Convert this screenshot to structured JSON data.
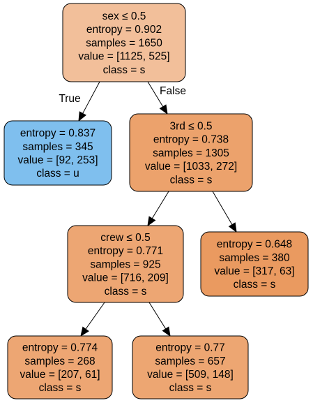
{
  "tree": {
    "nodes": [
      {
        "id": "root",
        "lines": [
          "sex ≤ 0.5",
          "entropy = 0.902",
          "samples = 1650",
          "value = [1125, 525]",
          "class = s"
        ],
        "fill": "#f2bf9a"
      },
      {
        "id": "n_u",
        "lines": [
          "entropy = 0.837",
          "samples = 345",
          "value = [92, 253]",
          "class = u"
        ],
        "fill": "#7fbfee"
      },
      {
        "id": "n_3rd",
        "lines": [
          "3rd ≤ 0.5",
          "entropy = 0.738",
          "samples = 1305",
          "value = [1033, 272]",
          "class = s"
        ],
        "fill": "#eca26c"
      },
      {
        "id": "n_crew",
        "lines": [
          "crew ≤ 0.5",
          "entropy = 0.771",
          "samples = 925",
          "value = [716, 209]",
          "class = s"
        ],
        "fill": "#eda673"
      },
      {
        "id": "n_leaf380",
        "lines": [
          "entropy = 0.648",
          "samples = 380",
          "value = [317, 63]",
          "class = s"
        ],
        "fill": "#ea9a60"
      },
      {
        "id": "n_leaf268",
        "lines": [
          "entropy = 0.774",
          "samples = 268",
          "value = [207, 61]",
          "class = s"
        ],
        "fill": "#eda673"
      },
      {
        "id": "n_leaf657",
        "lines": [
          "entropy = 0.77",
          "samples = 657",
          "value = [509, 148]",
          "class = s"
        ],
        "fill": "#eda672"
      }
    ],
    "edges": [
      {
        "from": "root",
        "to": "n_u",
        "label": "True"
      },
      {
        "from": "root",
        "to": "n_3rd",
        "label": "False"
      },
      {
        "from": "n_3rd",
        "to": "n_crew",
        "label": ""
      },
      {
        "from": "n_3rd",
        "to": "n_leaf380",
        "label": ""
      },
      {
        "from": "n_crew",
        "to": "n_leaf268",
        "label": ""
      },
      {
        "from": "n_crew",
        "to": "n_leaf657",
        "label": ""
      }
    ]
  }
}
